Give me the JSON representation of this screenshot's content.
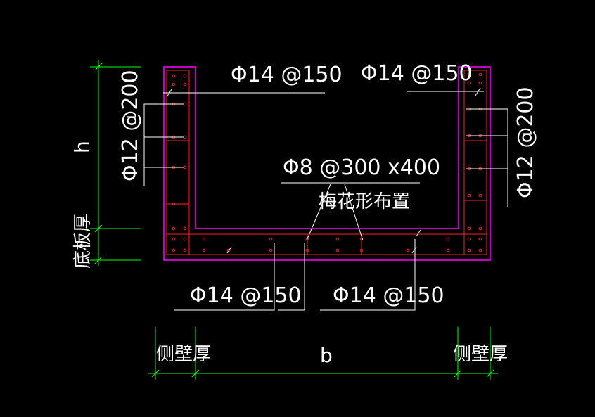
{
  "labels": {
    "top_left_rebar": "Φ14 @150",
    "top_right_rebar": "Φ14 @150",
    "left_side_rebar": "Φ12 @200",
    "right_side_rebar": "Φ12 @200",
    "tie_rebar": "Φ8 @300 x400",
    "tie_note": "梅花形布置",
    "bottom_left_rebar": "Φ14 @150",
    "bottom_right_rebar": "Φ14 @150",
    "height": "h",
    "slab_thickness": "底板厚",
    "width": "b",
    "left_wall_thickness": "侧壁厚",
    "right_wall_thickness": "侧壁厚"
  },
  "colors": {
    "background": "#000000",
    "outline": "#ff00ff",
    "rebar": "#ff2020",
    "leader": "#ffffff",
    "dimension": "#00ff00"
  }
}
